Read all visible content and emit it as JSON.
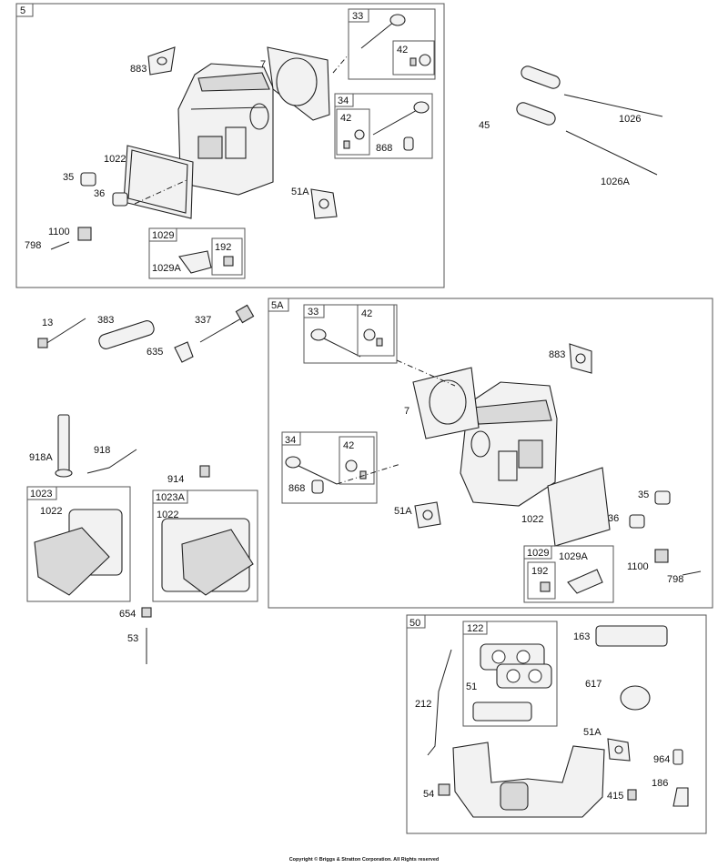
{
  "groups": {
    "g5": "5",
    "g5a": "5A",
    "g50": "50",
    "k1023": "1023",
    "k1023a": "1023A",
    "b33a": "33",
    "b34a": "34",
    "b42a": "42",
    "b42b": "42",
    "b1029a": "1029",
    "b192a": "192",
    "b33b": "33",
    "b34b": "34",
    "b42c": "42",
    "b42d": "42",
    "b1029b": "1029",
    "b192b": "192",
    "b122": "122"
  },
  "labels": {
    "p883a": "883",
    "p7a": "7",
    "p1022a": "1022",
    "p35a": "35",
    "p36a": "36",
    "p868a": "868",
    "p51aa": "51A",
    "p1100a": "1100",
    "p798a": "798",
    "p1029aa": "1029A",
    "p45": "45",
    "p1026": "1026",
    "p1026a": "1026A",
    "p13": "13",
    "p383": "383",
    "p337": "337",
    "p635": "635",
    "p918a": "918A",
    "p918": "918",
    "p914": "914",
    "p1022b": "1022",
    "p1022c": "1022",
    "p654": "654",
    "p53": "53",
    "p883b": "883",
    "p7b": "7",
    "p868b": "868",
    "p51ab": "51A",
    "p1022d": "1022",
    "p35b": "35",
    "p36b": "36",
    "p1029ab": "1029A",
    "p1100b": "1100",
    "p798b": "798",
    "p163": "163",
    "p51": "51",
    "p617": "617",
    "p212": "212",
    "p51ac": "51A",
    "p964": "964",
    "p186": "186",
    "p54": "54",
    "p415": "415"
  },
  "footer": {
    "copyright": "Copyright © Briggs & Stratton Corporation. All Rights reserved"
  }
}
